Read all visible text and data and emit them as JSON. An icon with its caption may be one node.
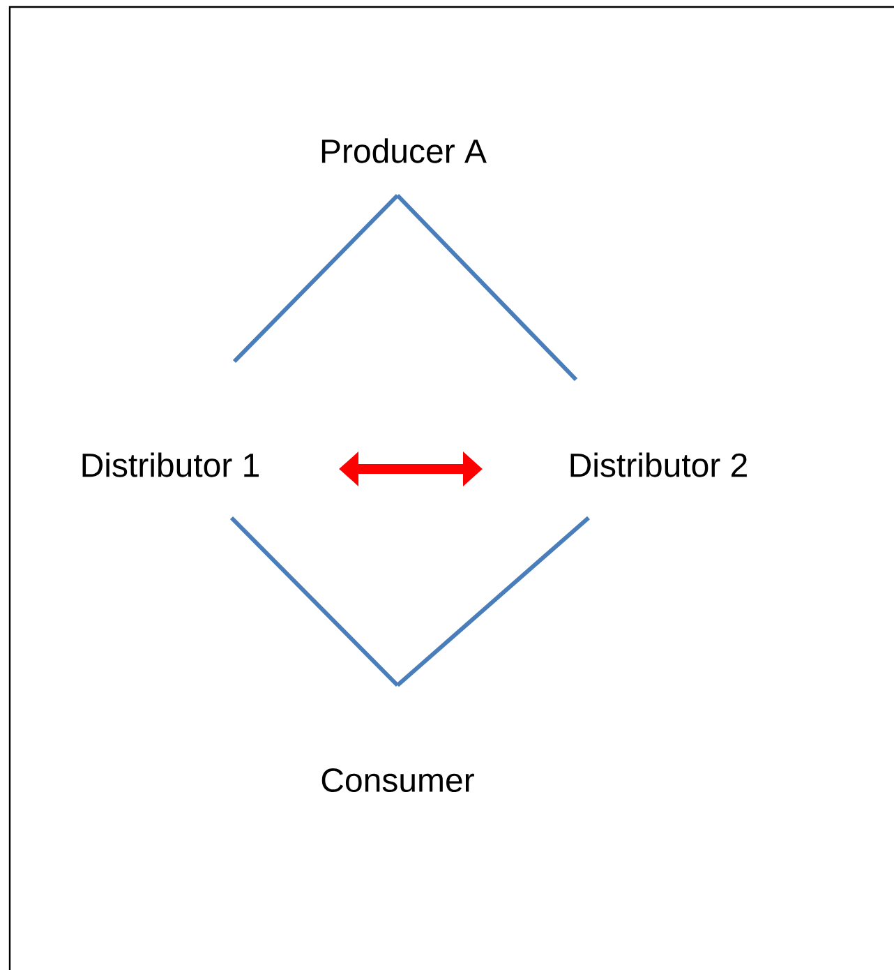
{
  "diagram": {
    "nodes": [
      {
        "text": [
          "Producer A"
        ]
      },
      {
        "text": [
          "Distributor 1"
        ]
      },
      {
        "text": [
          "Distributor 2"
        ]
      },
      {
        "text": [
          "Consumer"
        ]
      }
    ],
    "edges": [
      {
        "from": 0,
        "to": 1,
        "arrow": "none"
      },
      {
        "from": 0,
        "to": 2,
        "arrow": "none"
      },
      {
        "from": 1,
        "to": 3,
        "arrow": "none"
      },
      {
        "from": 2,
        "to": 3,
        "arrow": "none"
      },
      {
        "from": 1,
        "to": 2,
        "arrow": "both",
        "style": "thick",
        "color": "#ff0000"
      }
    ]
  }
}
